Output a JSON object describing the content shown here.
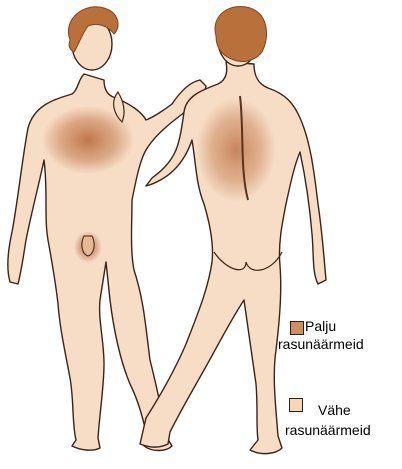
{
  "colors": {
    "skin": "#f7ddc6",
    "outline": "#3a2418",
    "hair": "#b9713b",
    "hair_dark": "#7a4522",
    "gland_dense": "#c8855a",
    "gland_sparse": "#f5d6b3"
  },
  "legend": {
    "dense": {
      "line1": "Palju",
      "line2": "rasunäärmeid"
    },
    "sparse": {
      "line1": "Vähe",
      "line2": "rasunäärmeid"
    }
  }
}
